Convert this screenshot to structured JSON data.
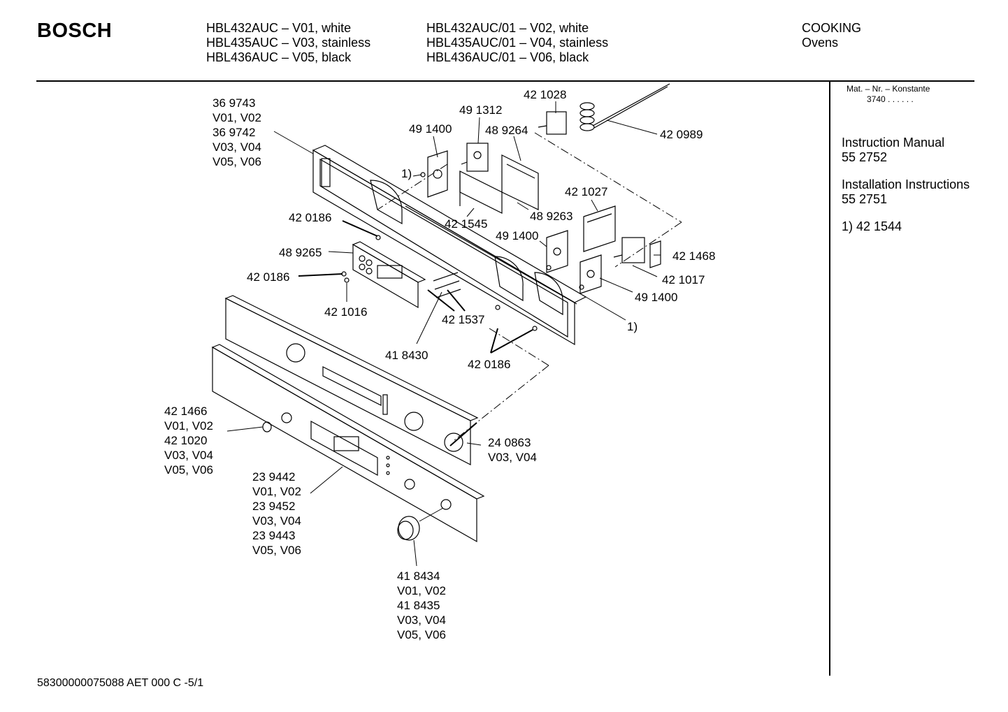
{
  "header": {
    "brand": "BOSCH",
    "models_col1": [
      "HBL432AUC – V01, white",
      "HBL435AUC – V03, stainless",
      "HBL436AUC – V05, black"
    ],
    "models_col2": [
      "HBL432AUC/01 – V02, white",
      "HBL435AUC/01 – V04, stainless",
      "HBL436AUC/01 – V06, black"
    ],
    "category": [
      "COOKING",
      "Ovens"
    ]
  },
  "sidebar": {
    "mat_label": "Mat. – Nr. – Konstante",
    "mat_value": "3740 . . . . . .",
    "manual_title": "Instruction Manual",
    "manual_no": "55 2752",
    "install_title": "Installation Instructions",
    "install_no": "55 2751",
    "note": "1) 42 1544"
  },
  "diagram": {
    "callouts": {
      "c369743": [
        "36 9743",
        "V01, V02",
        "36 9742",
        "V03, V04",
        "V05, V06"
      ],
      "c421028": "42 1028",
      "c491312": "49 1312",
      "c491400a": "49 1400",
      "c489264": "48 9264",
      "c420989": "42 0989",
      "c1a": "1)",
      "c489263": "48 9263",
      "c421027": "42 1027",
      "c420186a": "42 0186",
      "c421545": "42 1545",
      "c491400b": "49 1400",
      "c421468": "42 1468",
      "c489265": "48 9265",
      "c421017": "42 1017",
      "c420186b": "42 0186",
      "c491400c": "49 1400",
      "c421016": "42 1016",
      "c421537": "42 1537",
      "c1b": "1)",
      "c418430": "41 8430",
      "c420186c": "42 0186",
      "c421466": [
        "42 1466",
        "V01, V02",
        "42 1020",
        "V03, V04",
        "V05, V06"
      ],
      "c240863": [
        "24 0863",
        "V03, V04"
      ],
      "c239442": [
        "23 9442",
        "V01, V02",
        "23 9452",
        "V03, V04",
        "23 9443",
        "V05, V06"
      ],
      "c418434": [
        "41 8434",
        "V01, V02",
        "41 8435",
        "V03, V04",
        "V05, V06"
      ]
    }
  },
  "footer": {
    "doc_id": "58300000075088 AET 000 C -5/1"
  }
}
